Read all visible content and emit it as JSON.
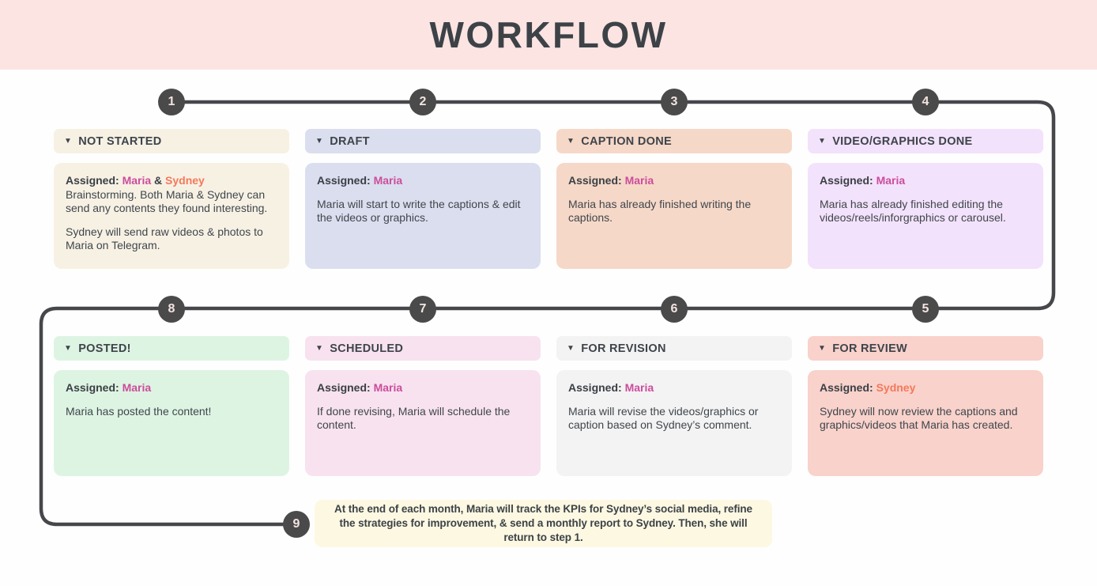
{
  "title": "WORKFLOW",
  "labels": {
    "assigned": "Assigned:"
  },
  "icons": {
    "collapse_triangle": "▼"
  },
  "people": {
    "maria": {
      "name": "Maria",
      "color": "#cb4d9c"
    },
    "sydney": {
      "name": "Sydney",
      "color": "#f4795b"
    }
  },
  "colors": {
    "banner_bg": "#fce4e3",
    "page_bg": "#fefefe",
    "connector_line": "#46474b",
    "circle_bg": "#4a4a4b",
    "circle_text": "#f3e4e0",
    "note_bg": "#fdf8e2"
  },
  "layout": {
    "display_rows": [
      [
        1,
        2,
        3,
        4
      ],
      [
        8,
        7,
        6,
        5
      ]
    ]
  },
  "steps": [
    {
      "number": 1,
      "slug": "not-started",
      "title": "NOT STARTED",
      "bg": "#f7f1e4",
      "assignees": [
        "maria",
        "sydney"
      ],
      "tight_first_paragraph": true,
      "paragraphs": [
        "Brainstorming. Both Maria & Sydney can send any contents they found interesting.",
        "Sydney will send raw videos & photos to Maria on Telegram."
      ]
    },
    {
      "number": 2,
      "slug": "draft",
      "title": "DRAFT",
      "bg": "#dbdeee",
      "assignees": [
        "maria"
      ],
      "tight_first_paragraph": false,
      "paragraphs": [
        "Maria will start to write the captions & edit the videos or graphics."
      ]
    },
    {
      "number": 3,
      "slug": "caption-done",
      "title": "CAPTION DONE",
      "bg": "#f6d8c8",
      "assignees": [
        "maria"
      ],
      "tight_first_paragraph": false,
      "paragraphs": [
        "Maria has already finished writing the captions."
      ]
    },
    {
      "number": 4,
      "slug": "video-graphics-done",
      "title": "VIDEO/GRAPHICS DONE",
      "bg": "#f3e2fb",
      "assignees": [
        "maria"
      ],
      "tight_first_paragraph": false,
      "paragraphs": [
        "Maria has already finished editing the videos/reels/inforgraphics or carousel."
      ]
    },
    {
      "number": 5,
      "slug": "for-review",
      "title": "FOR REVIEW",
      "bg": "#f9d2cb",
      "assignees": [
        "sydney"
      ],
      "tight_first_paragraph": false,
      "paragraphs": [
        "Sydney will now review the captions and graphics/videos that Maria has created."
      ]
    },
    {
      "number": 6,
      "slug": "for-revision",
      "title": "FOR REVISION",
      "bg": "#f3f3f3",
      "assignees": [
        "maria"
      ],
      "tight_first_paragraph": false,
      "paragraphs": [
        "Maria will revise the videos/graphics or caption based on Sydney’s comment."
      ]
    },
    {
      "number": 7,
      "slug": "scheduled",
      "title": "SCHEDULED",
      "bg": "#f8e2ef",
      "assignees": [
        "maria"
      ],
      "tight_first_paragraph": false,
      "paragraphs": [
        "If done revising, Maria will schedule the content."
      ]
    },
    {
      "number": 8,
      "slug": "posted",
      "title": "POSTED!",
      "bg": "#def4e3",
      "assignees": [
        "maria"
      ],
      "tight_first_paragraph": false,
      "paragraphs": [
        "Maria has posted the content!"
      ]
    }
  ],
  "note": {
    "number": 9,
    "text": "At the end of each month, Maria will track the KPIs for Sydney’s social media, refine the strategies for improvement, & send a monthly report to Sydney. Then, she will return to step 1."
  }
}
